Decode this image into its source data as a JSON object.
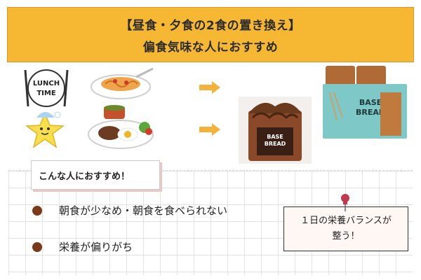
{
  "header": {
    "line1": "【昼食・夕食の2食の置き換え】",
    "line2": "偏食気味な人におすすめ"
  },
  "illustrations": {
    "lunch_time_text": "LUNCH TIME",
    "base_bread_label": "BASE BREAD",
    "base_bread_word1": "BASE",
    "base_bread_word2": "BREAD"
  },
  "section": {
    "title": "こんな人におすすめ！",
    "items": [
      "朝食が少なめ・朝食を食べられない",
      "栄養が偏りがち"
    ]
  },
  "note": {
    "line1": "１日の栄養バランスが",
    "line2": "整う！"
  },
  "colors": {
    "header_bg": "#f6b733",
    "bullet": "#7a3a1a",
    "arrow": "#f3b23a",
    "bread_box": "#7fc8c8"
  }
}
